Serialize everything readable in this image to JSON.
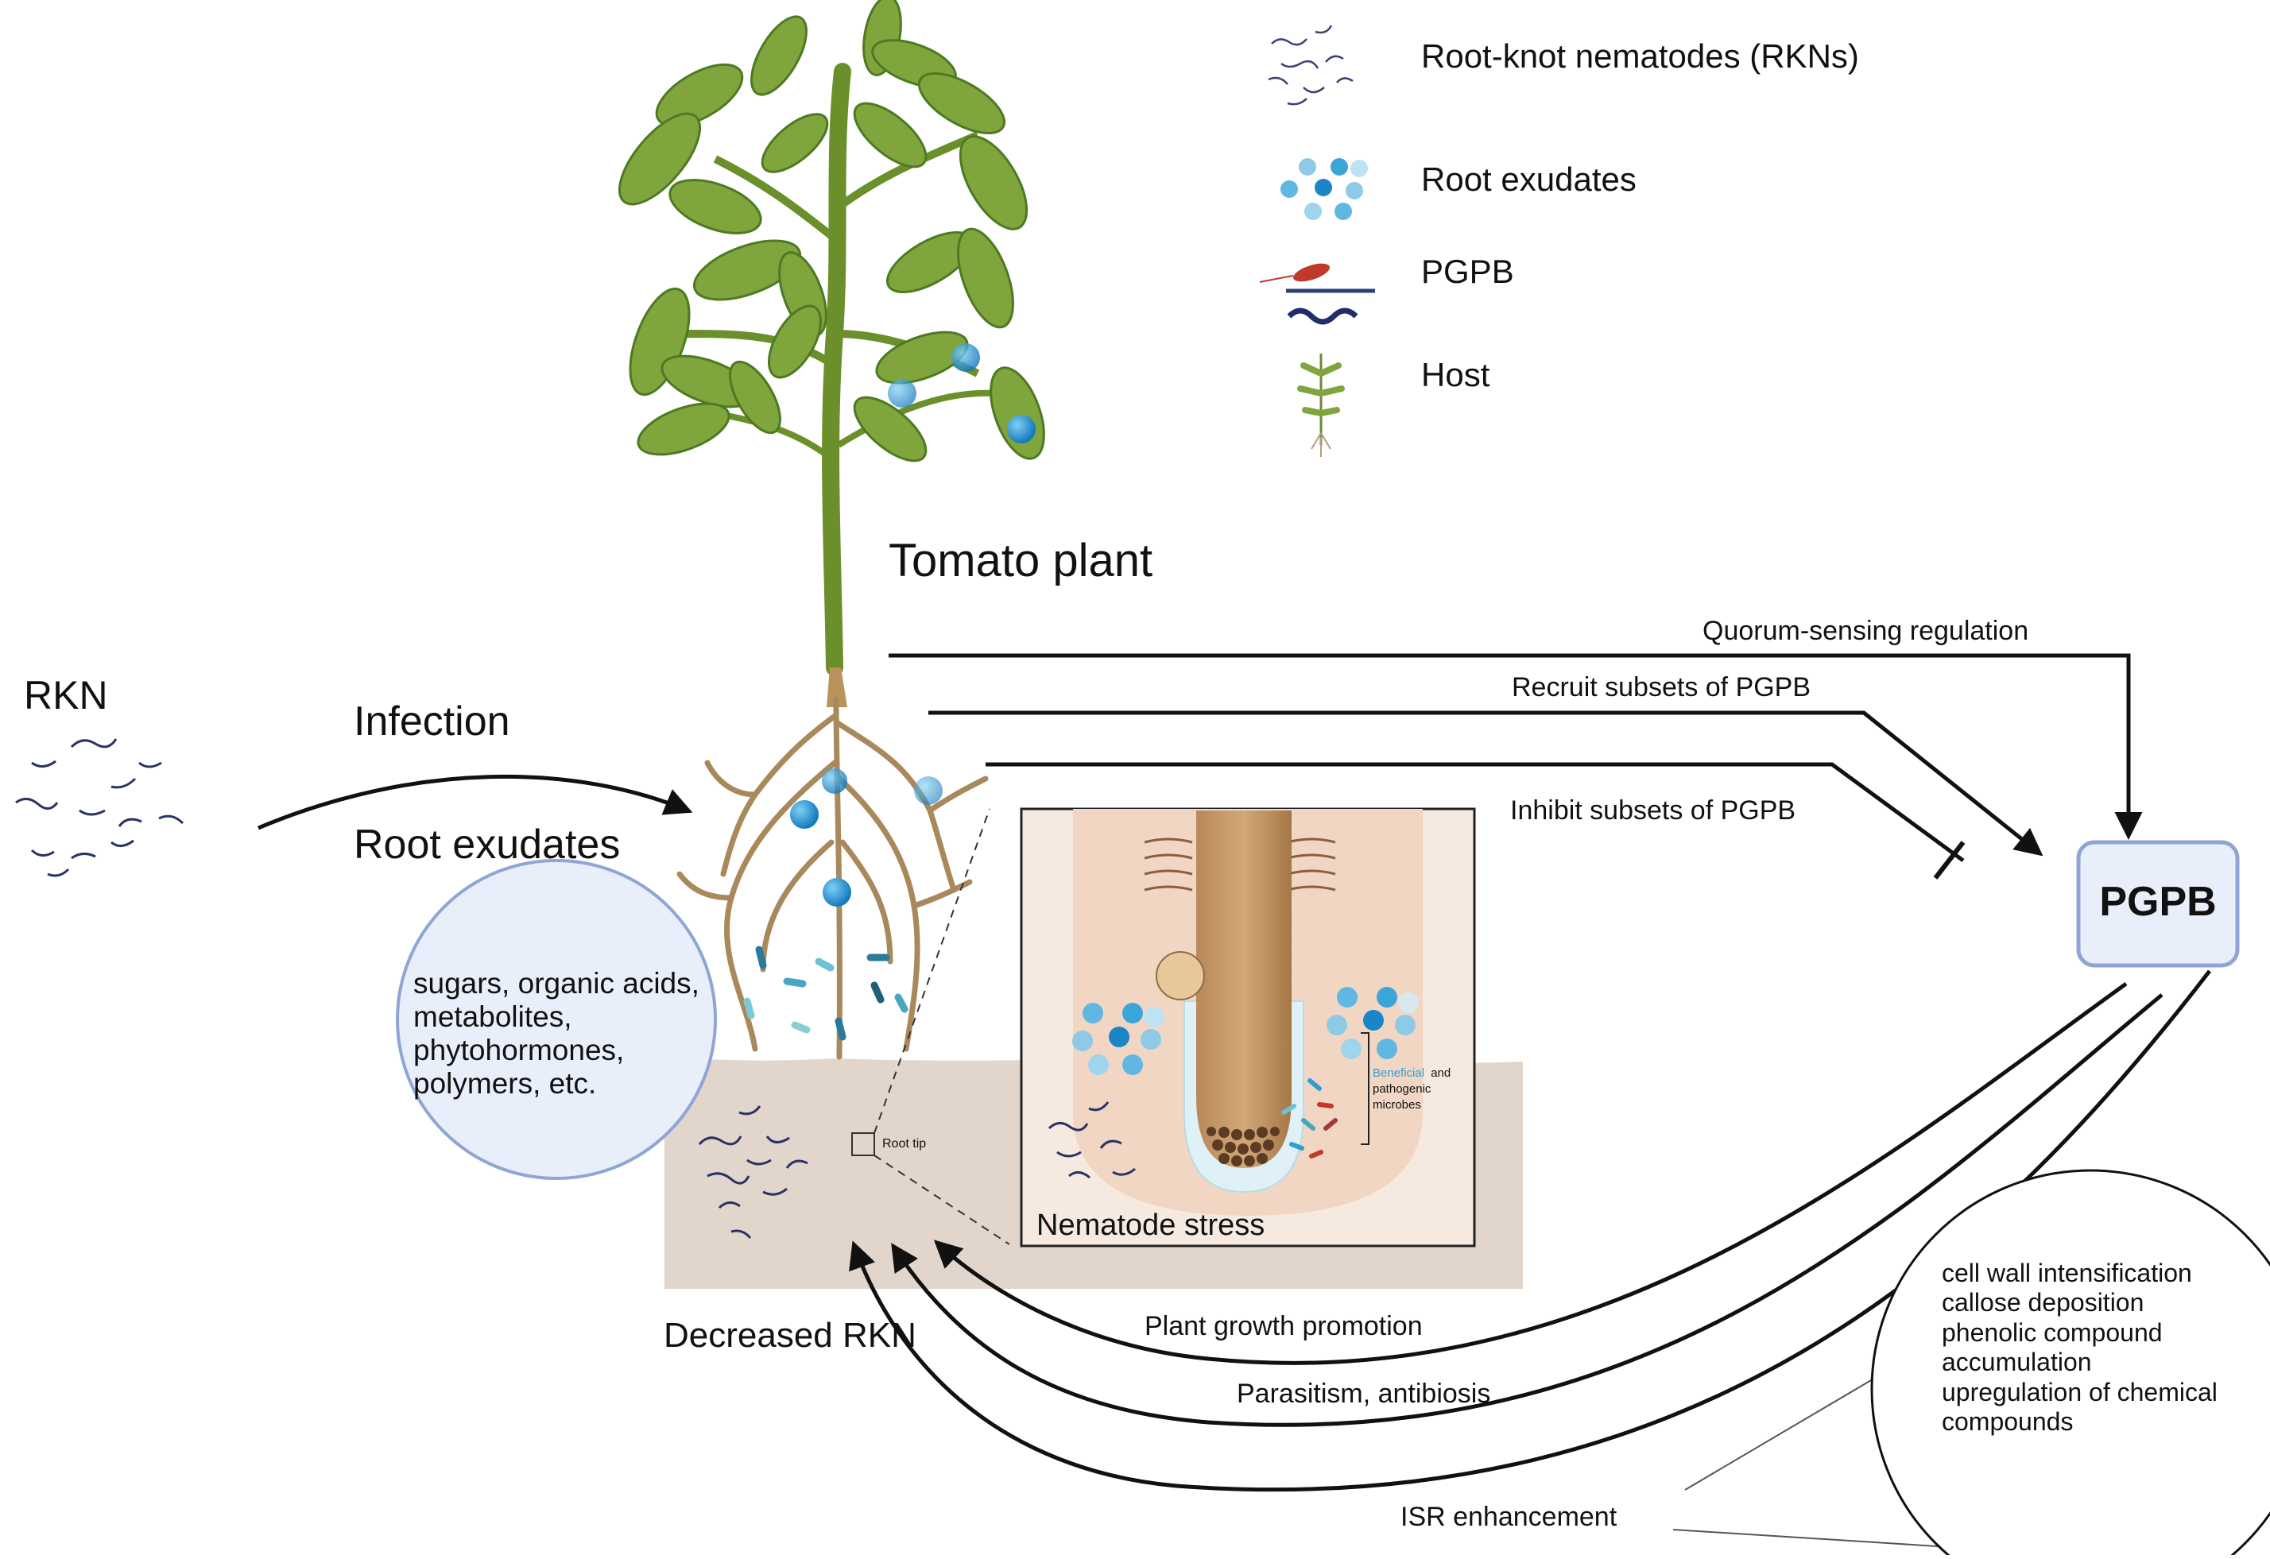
{
  "legend": {
    "rkn": "Root-knot nematodes (RKNs)",
    "exudates": "Root exudates",
    "pgpb": "PGPB",
    "host": "Host"
  },
  "labels": {
    "tomato_plant": "Tomato plant",
    "rkn": "RKN",
    "infection": "Infection",
    "root_exudates": "Root exudates",
    "decreased_rkn": "Decreased RKN",
    "nematode_stress": "Nematode stress",
    "root_tip": "Root tip"
  },
  "exudate_circle": {
    "lines": [
      "sugars, organic acids,",
      "metabolites,",
      "phytohormones,",
      "polymers, etc."
    ]
  },
  "microbes_note": {
    "beneficial": "Beneficial",
    "and": "and",
    "pathogenic": "pathogenic",
    "microbes": "microbes"
  },
  "pgpb_box": {
    "label": "PGPB"
  },
  "arrows": {
    "quorum": "Quorum-sensing regulation",
    "recruit": "Recruit subsets of PGPB",
    "inhibit": "Inhibit subsets of PGPB",
    "growth": "Plant growth promotion",
    "parasitism": "Parasitism, antibiosis",
    "isr": "ISR enhancement"
  },
  "isr_circle": {
    "lines": [
      "cell wall intensification",
      "callose deposition",
      "phenolic compound",
      "accumulation",
      "upregulation of chemical",
      "compounds"
    ]
  },
  "colors": {
    "leaf": "#7fa53c",
    "leaf_dark": "#4d7a22",
    "root": "#a9895c",
    "soil": "#e2d6cc",
    "exudate_blue": "#1f8fcf",
    "pgpb_box_fill": "#e8eefa",
    "pgpb_box_stroke": "#8fa6d4",
    "nematode": "#2a3266",
    "beneficial": "#2f9fcf",
    "pathogenic": "#c0392b"
  }
}
